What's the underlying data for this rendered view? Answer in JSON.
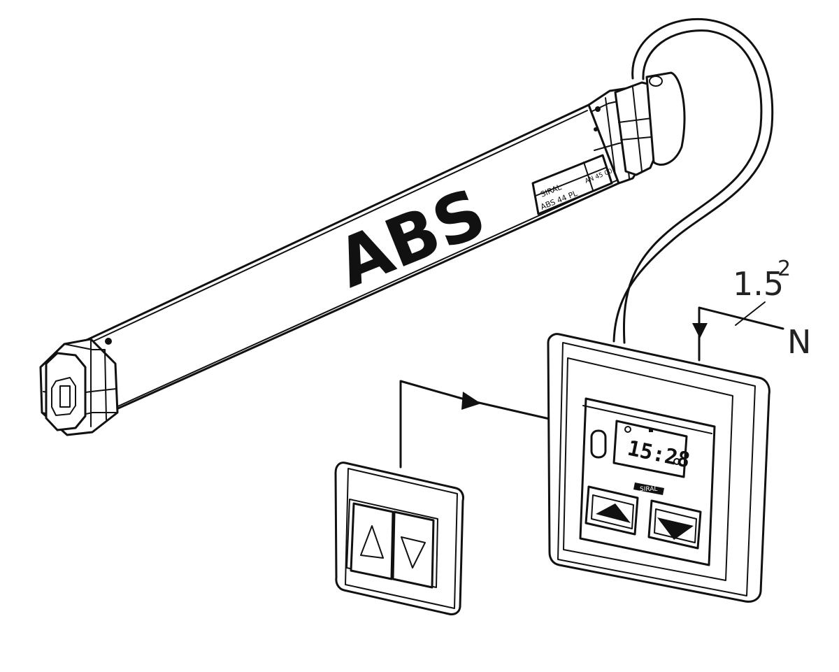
{
  "motor": {
    "label": "ABS",
    "plate_brand": "SIRAL",
    "plate_model": "ABS 44 PL",
    "plate_code": "AN 45 00"
  },
  "wiring": {
    "cross_section": "1.5",
    "cross_section_exp": "2",
    "neutral_label": "N"
  },
  "timer": {
    "display_time": "15:28",
    "brand": "SIRAL",
    "up_icon": "up-arrow-icon",
    "down_icon": "down-arrow-icon"
  },
  "switch": {
    "up_icon": "up-triangle-icon",
    "down_icon": "down-triangle-icon"
  }
}
